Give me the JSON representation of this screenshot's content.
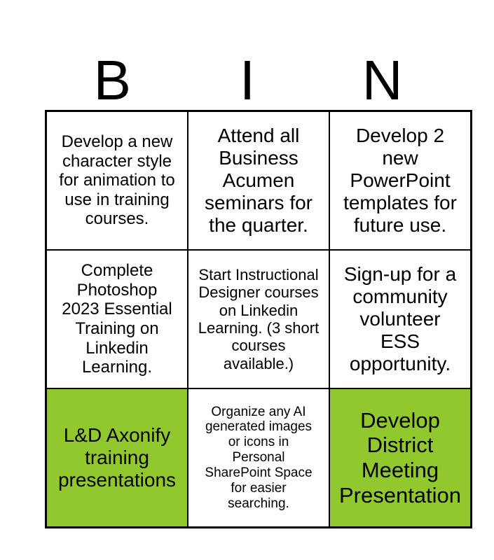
{
  "header": {
    "letters": [
      "B",
      "I",
      "N"
    ]
  },
  "board": {
    "marked_color": "#91C82D",
    "text_color": "#000000",
    "border_color": "#000000",
    "cells": [
      {
        "text": "Develop a new\ncharacter style\nfor animation to\nuse in training\ncourses.",
        "marked": false
      },
      {
        "text": "Attend all\nBusiness\nAcumen\nseminars for\nthe quarter.",
        "marked": false
      },
      {
        "text": "Develop 2\nnew\nPowerPoint\ntemplates for\nfuture use.",
        "marked": false
      },
      {
        "text": "Complete\nPhotoshop\n2023 Essential\nTraining on\nLinkedin\nLearning.",
        "marked": false
      },
      {
        "text": "Start Instructional\nDesigner courses\non Linkedin\nLearning. (3 short\ncourses\navailable.)",
        "marked": false
      },
      {
        "text": "Sign-up for a\ncommunity\nvolunteer\nESS\nopportunity.",
        "marked": false
      },
      {
        "text": "L&D Axonify\ntraining\npresentations",
        "marked": true
      },
      {
        "text": "Organize any AI\ngenerated images\nor icons in\nPersonal\nSharePoint Space\nfor easier\nsearching.",
        "marked": false
      },
      {
        "text": "Develop\nDistrict\nMeeting\nPresentation",
        "marked": true
      }
    ]
  }
}
